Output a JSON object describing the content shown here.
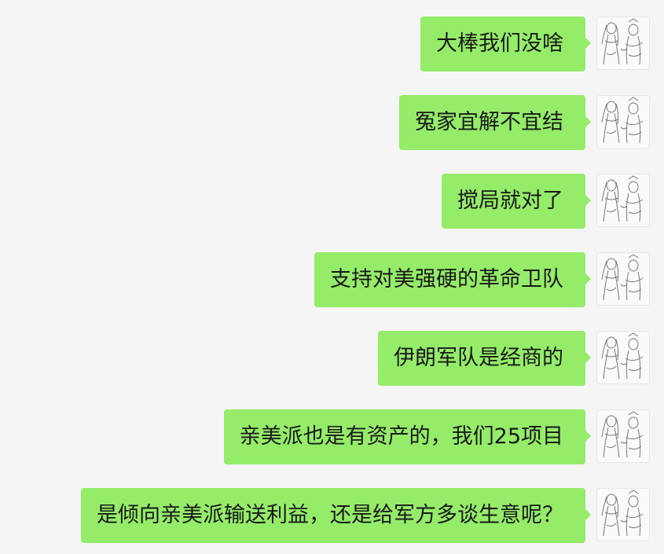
{
  "messages": [
    {
      "text": "大棒我们没啥"
    },
    {
      "text": "冤家宜解不宜结"
    },
    {
      "text": "搅局就对了"
    },
    {
      "text": "支持对美强硬的革命卫队"
    },
    {
      "text": "伊朗军队是经商的"
    },
    {
      "text": "亲美派也是有资产的，我们25项目"
    },
    {
      "text": "是倾向亲美派输送利益，还是给军方多谈生意呢？"
    }
  ],
  "colors": {
    "background": "#f5f5f5",
    "bubble": "#95ec69",
    "text": "#191919"
  },
  "avatar_icon": "sketch-figures-avatar-icon"
}
